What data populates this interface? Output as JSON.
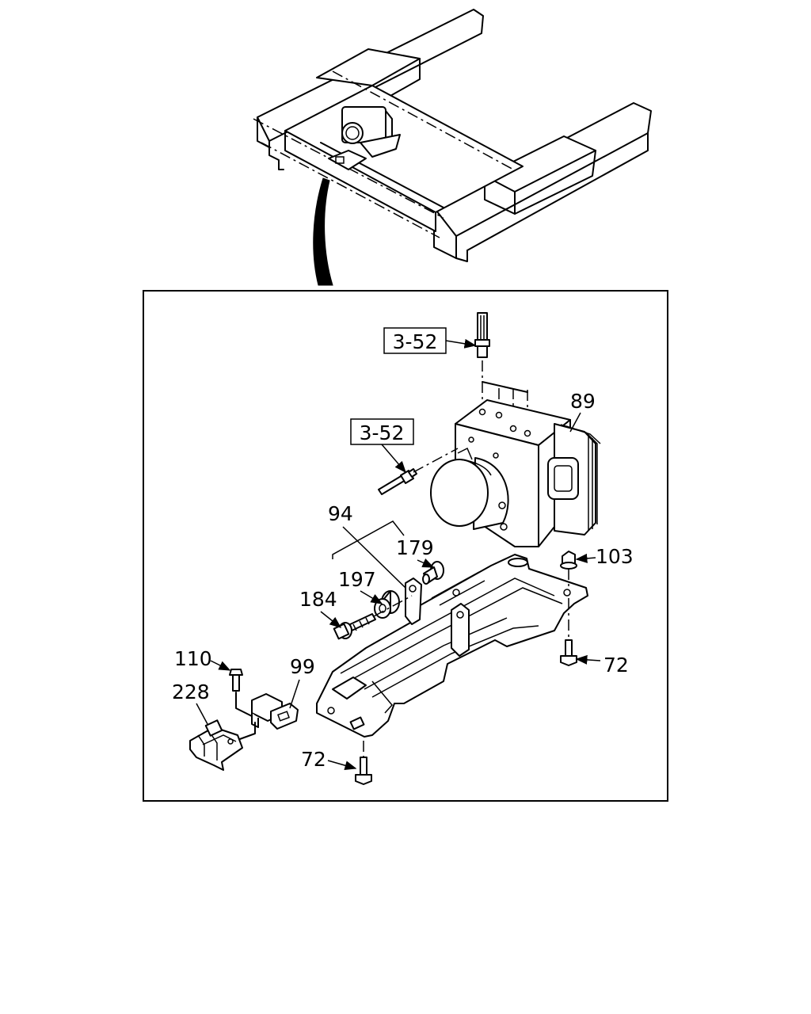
{
  "callouts": {
    "ref_top": "3-52",
    "ref_left": "3-52",
    "p89": "89",
    "p94": "94",
    "p179": "179",
    "p197": "197",
    "p184": "184",
    "p103": "103",
    "p72_right": "72",
    "p110": "110",
    "p99": "99",
    "p228": "228",
    "p72_bottom": "72"
  }
}
